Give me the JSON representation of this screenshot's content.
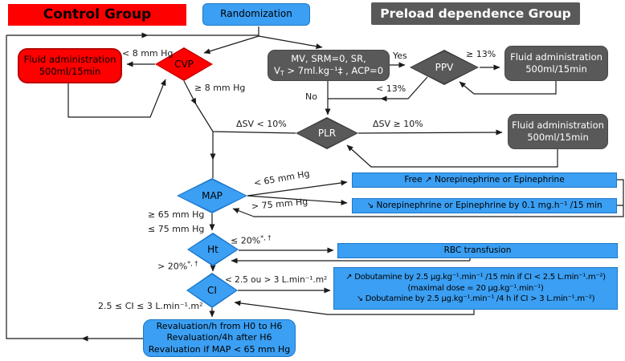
{
  "banners": {
    "control": "Control Group",
    "randomization": "Randomization",
    "preload": "Preload dependence Group"
  },
  "boxes": {
    "fluid_control": {
      "line1": "Fluid administration",
      "line2": "500ml/15min"
    },
    "mv_criteria": {
      "line1": "MV, SRM=0, SR,",
      "line2_pre": "V",
      "line2_sub": "T",
      "line2_post": " > 7ml.kg⁻¹‡ , ACP=0"
    },
    "fluid_ppv": {
      "line1": "Fluid administration",
      "line2": "500ml/15min"
    },
    "fluid_plr": {
      "line1": "Fluid administration",
      "line2": "500ml/15min"
    },
    "free_norepinephrine": "Free ↗ Norepinephrine or Epinephrine",
    "decrease_norepinephrine": "↘ Norepinephrine or Epinephrine by 0.1 mg.h⁻¹ /15 min",
    "rbc": "RBC transfusion",
    "dobutamine": {
      "line1": "↗ Dobutamine by 2.5 µg.kg⁻¹.min⁻¹ /15 min if CI < 2.5 L.min⁻¹.m⁻²)",
      "line2": "(maximal dose = 20 µg.kg⁻¹.min⁻¹)",
      "line3": "↘ Dobutamine by 2.5 µg.kg⁻¹.min⁻¹ /4 h if CI > 3 L.min⁻¹.m⁻²)"
    },
    "revaluation": {
      "line1": "Revaluation/h from H0 to H6",
      "line2": "Revaluation/4h after H6",
      "line3": "Revaluation if MAP < 65 mm Hg"
    }
  },
  "diamonds": {
    "cvp": "CVP",
    "ppv": "PPV",
    "plr": "PLR",
    "map": "MAP",
    "ht": "Ht",
    "ci": "CI"
  },
  "edge_labels": {
    "cvp_low": "< 8 mm Hg",
    "cvp_high": "≥ 8 mm Hg",
    "yes": "Yes",
    "no": "No",
    "ppv_high": "≥ 13%",
    "ppv_low": "< 13%",
    "plr_low": "ΔSV < 10%",
    "plr_high": "ΔSV ≥ 10%",
    "map_low": "< 65 mm Hg",
    "map_high": "> 75 mm Hg",
    "map_in_range_1": "≥ 65 mm Hg",
    "map_in_range_2": "≤ 75 mm Hg",
    "ht_low": "≤ 20%",
    "ht_low_sup": "*, †",
    "ht_high": "> 20%",
    "ht_high_sup": "*, †",
    "ci_out_of_range": "< 2.5 ou > 3 L.min⁻¹.m²",
    "ci_in_range": "2.5 ≤ CI ≤ 3 L.min⁻¹.m²"
  },
  "colors": {
    "red": "#FE0000",
    "blue": "#3B9FF3",
    "dark_gray": "#595959",
    "line": "#1A1A1A"
  }
}
